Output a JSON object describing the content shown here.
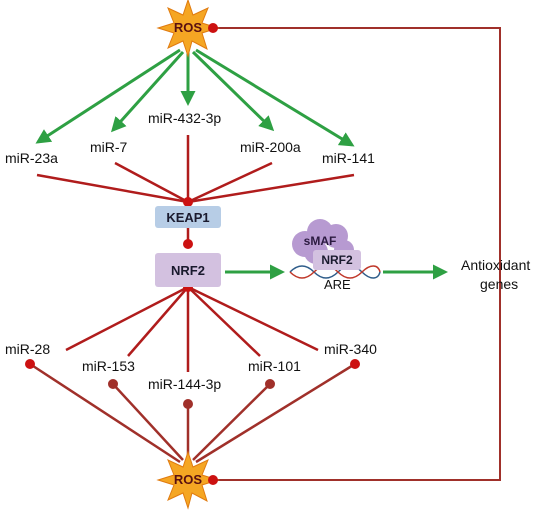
{
  "ros_top": "ROS",
  "ros_bottom": "ROS",
  "keap1": "KEAP1",
  "nrf2": "NRF2",
  "smaf": "sMAF",
  "nrf2_complex": "NRF2",
  "are": "ARE",
  "antioxidant_line1": "Antioxidant",
  "antioxidant_line2": "genes",
  "mirs_top": [
    "miR-23a",
    "miR-7",
    "miR-432-3p",
    "miR-200a",
    "miR-141"
  ],
  "mirs_bottom": [
    "miR-28",
    "miR-153",
    "miR-144-3p",
    "miR-101",
    "miR-340"
  ],
  "colors": {
    "activate": "#2ea043",
    "inhibit": "#b01c1c",
    "keap1_fill": "#b7cde6",
    "nrf2_fill": "#d3c1e0",
    "ros_burst": "#f5a623",
    "smaf_fill": "#b79ad1"
  }
}
